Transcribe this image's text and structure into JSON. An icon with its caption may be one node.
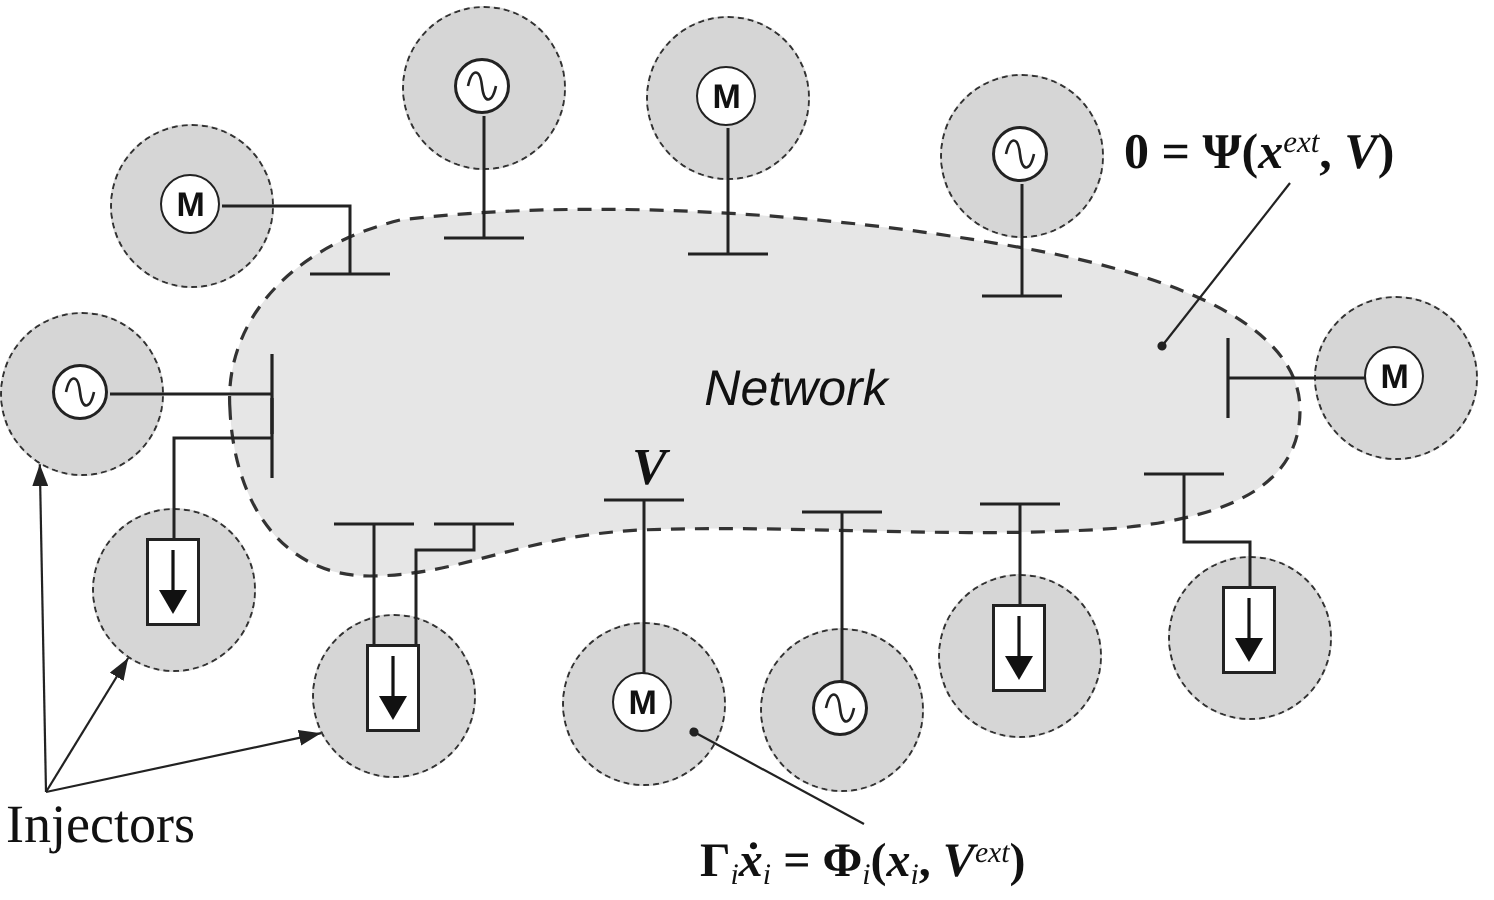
{
  "diagram": {
    "nodes": [
      {
        "text": [
          "Network"
        ]
      },
      {
        "text": [],
        "shape": "circle"
      },
      {
        "text": [],
        "shape": "circle",
        "in": 1
      },
      {
        "text": [],
        "shape": "circle"
      },
      {
        "text": [
          "M"
        ],
        "in": 3
      },
      {
        "text": [],
        "shape": "circle"
      },
      {
        "text": [],
        "shape": "circle",
        "in": 5
      },
      {
        "text": [
          "0 = Ψ(*x*$^{ext}$, *V*)"
        ]
      },
      {
        "text": [],
        "shape": "circle"
      },
      {
        "text": [
          "M"
        ],
        "in": 8
      },
      {
        "text": [],
        "shape": "circle"
      },
      {
        "text": [
          "M"
        ],
        "in": 10
      },
      {
        "text": [],
        "shape": "circle"
      },
      {
        "text": [],
        "shape": "circle",
        "in": 12
      },
      {
        "text": [],
        "shape": "circle"
      },
      {
        "text": [],
        "shape": "box",
        "in": 14
      },
      {
        "text": [],
        "shape": "circle"
      },
      {
        "text": [],
        "shape": "box",
        "in": 16
      },
      {
        "text": [],
        "shape": "circle"
      },
      {
        "text": [],
        "shape": "box",
        "in": 18
      },
      {
        "text": [],
        "shape": "circle"
      },
      {
        "text": [],
        "shape": "box",
        "in": 20
      },
      {
        "text": [],
        "shape": "circle"
      },
      {
        "text": [
          "M"
        ],
        "in": 22
      },
      {
        "text": [],
        "shape": "circle"
      },
      {
        "text": [],
        "shape": "circle",
        "in": 24
      },
      {
        "text": [
          "Injectors"
        ]
      },
      {
        "text": [
          "Γ$_{i}$*ẋ*$_{i}$ = Φ$_{i}$(*x*$_{i}$, *V*$^{ext}$)"
        ]
      }
    ],
    "edges": [
      {
        "from": 2,
        "to": 0,
        "arrow": "other"
      },
      {
        "from": 4,
        "to": 0,
        "arrow": "other"
      },
      {
        "from": 6,
        "to": 0,
        "arrow": "other"
      },
      {
        "from": 9,
        "to": 0,
        "arrow": "other"
      },
      {
        "from": 11,
        "to": 0,
        "arrow": "other"
      },
      {
        "from": 13,
        "to": 0,
        "arrow": "other"
      },
      {
        "from": 15,
        "to": 0,
        "arrow": "other"
      },
      {
        "from": 17,
        "to": 0,
        "arrow": "other"
      },
      {
        "from": 19,
        "to": 0,
        "arrow": "other"
      },
      {
        "from": 21,
        "to": 0,
        "arrow": "other"
      },
      {
        "from": 21,
        "to": 0,
        "arrow": "other"
      },
      {
        "from": 23,
        "to": 0,
        "arrow": "other"
      },
      {
        "from": 25,
        "to": 0,
        "arrow": "other"
      },
      {
        "from": 7,
        "to": 0,
        "arrow": "other"
      },
      {
        "from": 27,
        "to": 22,
        "arrow": "other"
      },
      {
        "from": 26,
        "to": 12,
        "arrow": "to"
      },
      {
        "from": 26,
        "to": 14,
        "arrow": "to"
      },
      {
        "from": 26,
        "to": 20,
        "arrow": "to"
      }
    ],
    "labels": [
      "V"
    ]
  }
}
